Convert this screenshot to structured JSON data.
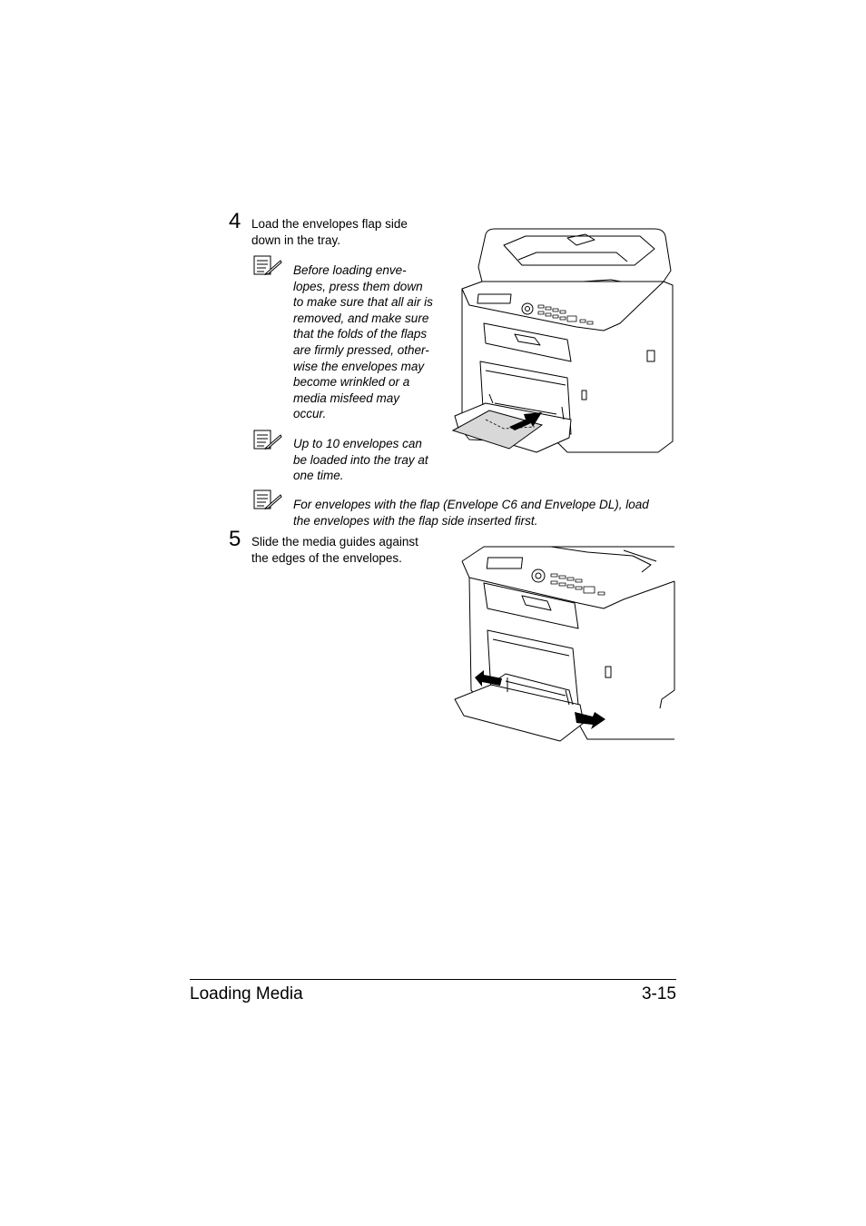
{
  "step4": {
    "number": "4",
    "lines": [
      "Load the envelopes flap side",
      "down in the tray."
    ],
    "notes": [
      {
        "icon": "note-icon",
        "lines": [
          "Before loading enve-",
          "lopes, press them down",
          "to make sure that all air is",
          "removed, and make sure",
          "that the folds of the flaps",
          "are firmly pressed, other-",
          "wise the envelopes may",
          "become wrinkled or a",
          "media misfeed may",
          "occur."
        ]
      },
      {
        "icon": "note-icon",
        "lines": [
          "Up to 10 envelopes can",
          "be loaded into the tray at",
          "one time."
        ]
      },
      {
        "icon": "note-icon",
        "lines": [
          "For envelopes with the flap (Envelope C6 and Envelope DL), load",
          "the envelopes with the flap side inserted first."
        ]
      }
    ]
  },
  "step5": {
    "number": "5",
    "lines": [
      "Slide the media guides against",
      "the edges of the envelopes."
    ]
  },
  "footer": {
    "section": "Loading Media",
    "page": "3-15"
  }
}
